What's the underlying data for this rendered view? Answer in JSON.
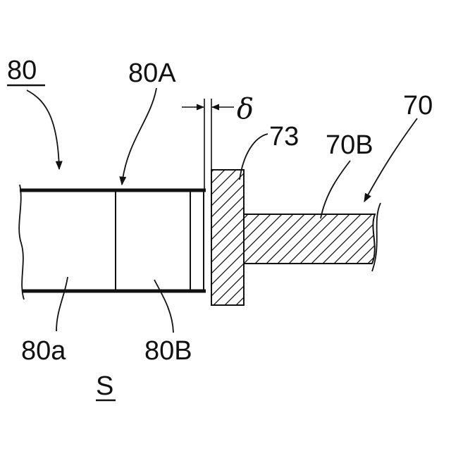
{
  "labels": {
    "assembly_left": "80",
    "part_80A": "80A",
    "gap_symbol": "δ",
    "part_73": "73",
    "part_70B": "70B",
    "assembly_right": "70",
    "part_80a": "80a",
    "part_80B": "80B",
    "space_S": "S"
  },
  "colors": {
    "line": "#111111",
    "background": "#ffffff"
  }
}
